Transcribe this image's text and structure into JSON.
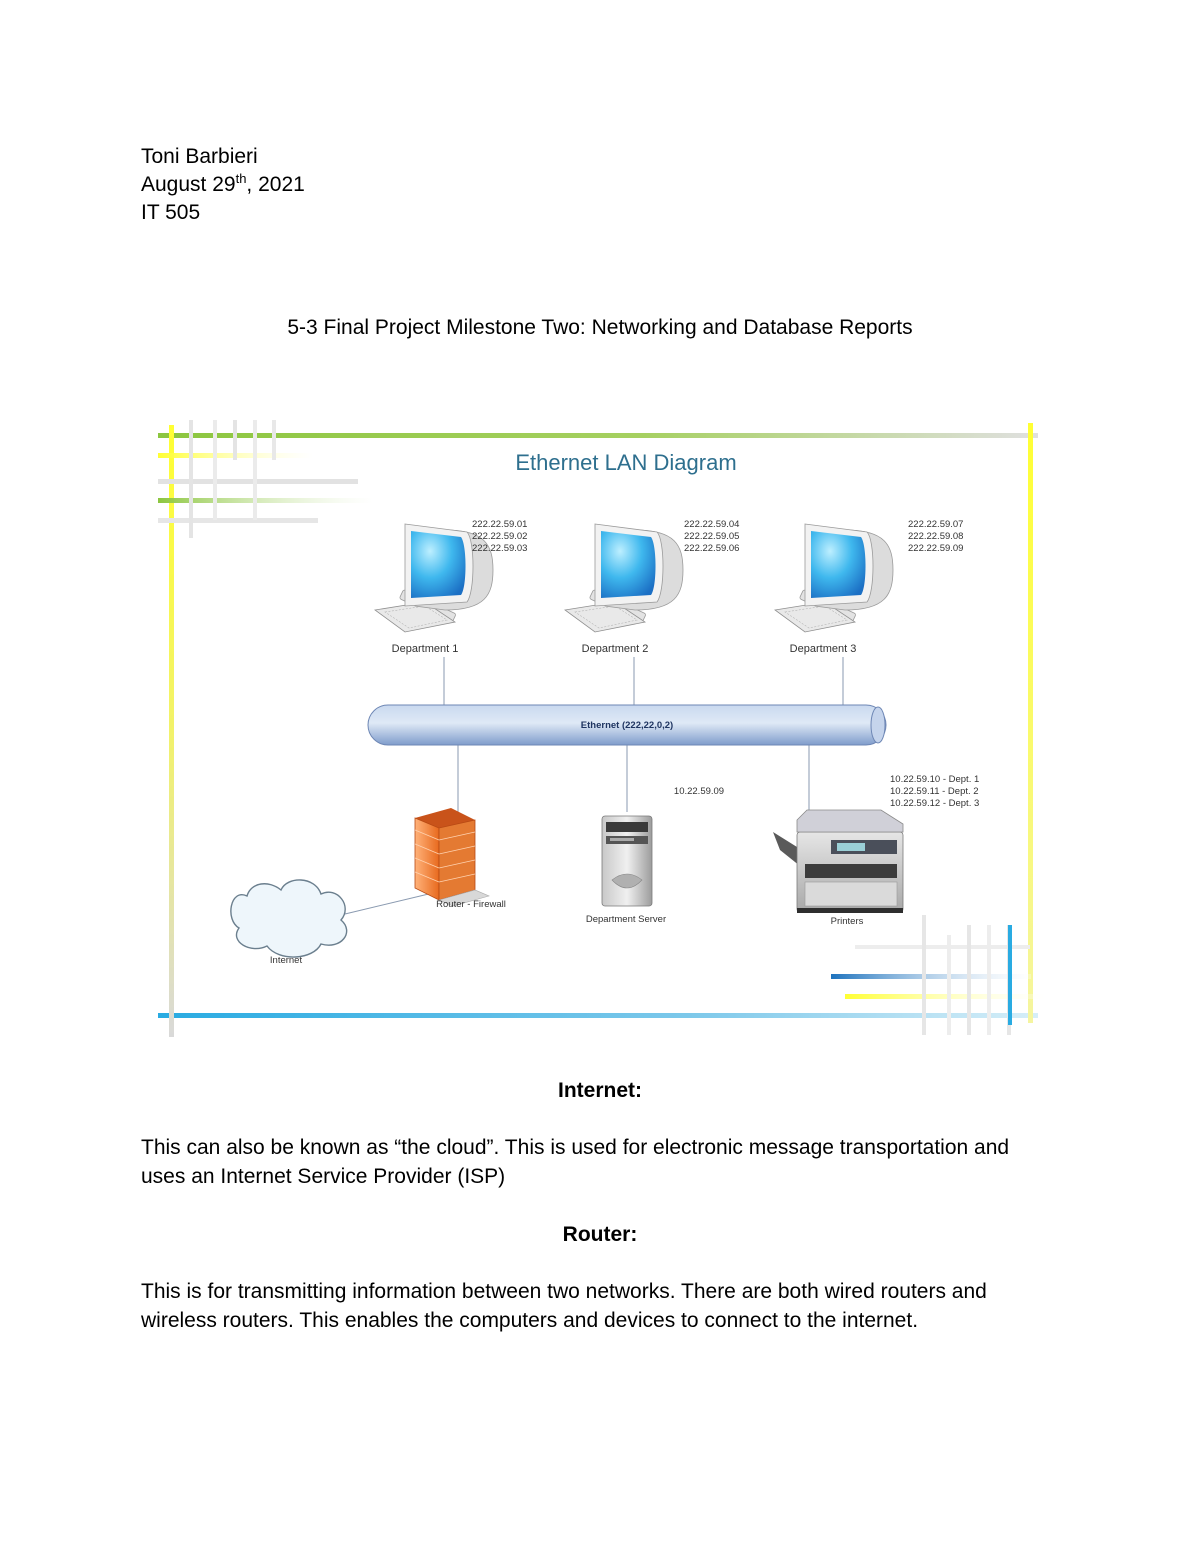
{
  "header": {
    "author": "Toni Barbieri",
    "date_month_day": "August 29",
    "date_suffix": "th",
    "date_year": ", 2021",
    "course": "IT 505"
  },
  "title": "5-3 Final Project Milestone Two: Networking and Database Reports",
  "diagram": {
    "title": "Ethernet LAN Diagram",
    "departments": [
      {
        "label": "Department 1",
        "ips": [
          "222.22.59.01",
          "222.22.59.02",
          "222.22.59.03"
        ]
      },
      {
        "label": "Department 2",
        "ips": [
          "222.22.59.04",
          "222.22.59.05",
          "222.22.59.06"
        ]
      },
      {
        "label": "Department 3",
        "ips": [
          "222.22.59.07",
          "222.22.59.08",
          "222.22.59.09"
        ]
      }
    ],
    "bus_label": "Ethernet (222,22,0,2)",
    "router_label": "Router - Firewall",
    "internet_label": "Internet",
    "server_label": "Department Server",
    "server_ip": "10.22.59.09",
    "printers_label": "Printers",
    "printer_ips": [
      "10.22.59.10 - Dept. 1",
      "10.22.59.11 - Dept. 2",
      "10.22.59.12 - Dept. 3"
    ],
    "colors": {
      "green": "#8cc63f",
      "yellow": "#ffff33",
      "blue": "#29abe2",
      "grey": "#d9d9d9",
      "title": "#2e6f8e"
    }
  },
  "sections": [
    {
      "heading": "Internet:",
      "lines": [
        "This can also be known as “the cloud”. This is used for electronic message transportation and",
        "uses an Internet Service Provider (ISP)"
      ]
    },
    {
      "heading": "Router:",
      "lines": [
        "This is for transmitting information between two networks. There are both wired routers and",
        "wireless routers. This enables the computers and devices to connect to the internet."
      ]
    }
  ]
}
